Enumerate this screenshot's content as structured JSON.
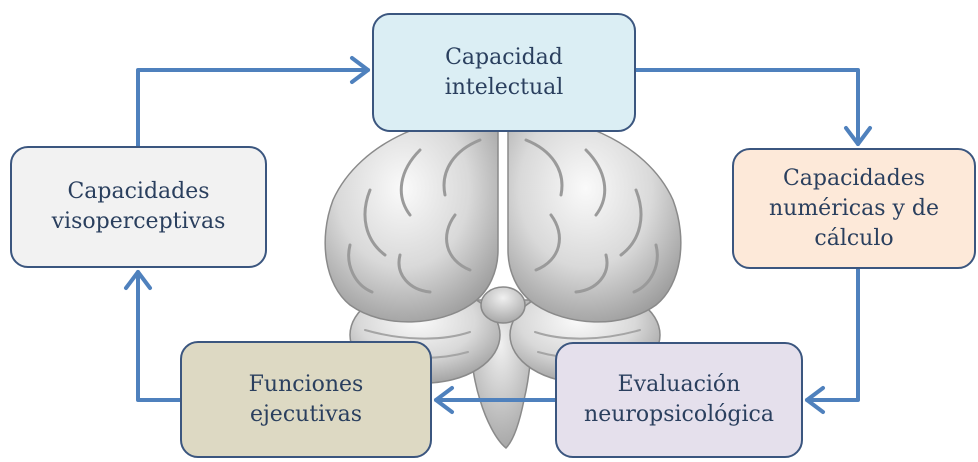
{
  "colors": {
    "arrow": "#4f81bd",
    "border": "#3b567f",
    "text": "#2a3f5e",
    "intelectual_fill": "#dbeef4",
    "numericas_fill": "#fde9d9",
    "evaluacion_fill": "#e5e0ec",
    "ejecutivas_fill": "#ddd9c3",
    "visoperceptivas_fill": "#f2f2f2"
  },
  "nodes": {
    "intelectual": "Capacidad\nintelectual",
    "numericas": "Capacidades\nnuméricas y de\ncálculo",
    "evaluacion": "Evaluación\nneuropsicológica",
    "ejecutivas": "Funciones\nejecutivas",
    "visoperceptivas": "Capacidades\nvisoperceptivas"
  },
  "icons": {
    "center_image": "brain-illustration"
  }
}
